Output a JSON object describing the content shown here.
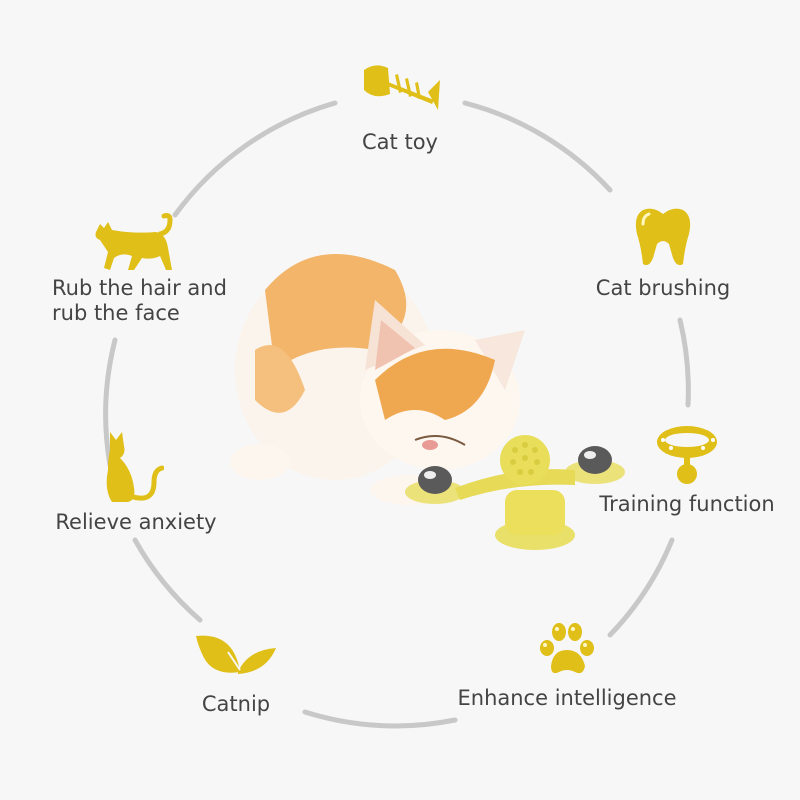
{
  "accent_color": "#e0bf18",
  "ring_color": "#c8c8c8",
  "text_color": "#444444",
  "features": [
    {
      "id": "cat-toy",
      "icon": "fish-bone-icon",
      "label": "Cat toy"
    },
    {
      "id": "cat-brushing",
      "icon": "tooth-icon",
      "label": "Cat brushing"
    },
    {
      "id": "training-function",
      "icon": "collar-icon",
      "label": "Training function"
    },
    {
      "id": "enhance-intelligence",
      "icon": "paw-icon",
      "label": "Enhance intelligence"
    },
    {
      "id": "catnip",
      "icon": "leaf-icon",
      "label": "Catnip"
    },
    {
      "id": "relieve-anxiety",
      "icon": "sitting-cat-icon",
      "label": "Relieve anxiety"
    },
    {
      "id": "rub-hair",
      "icon": "walking-cat-icon",
      "label_line1": "Rub the hair and",
      "label_line2": "rub the face"
    }
  ],
  "photo": {
    "subject": "orange-and-white kitten playing with yellow windmill toy"
  }
}
